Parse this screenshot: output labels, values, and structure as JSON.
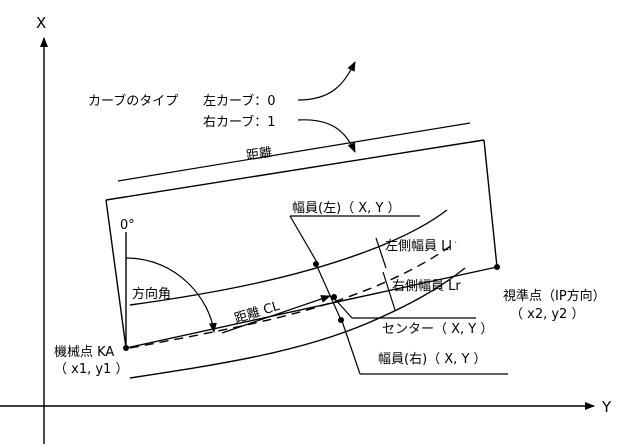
{
  "axes": {
    "x_label": "X",
    "y_label": "Y"
  },
  "legend": {
    "curve_type_label": "カーブのタイプ",
    "left_curve": "左カーブ：0",
    "right_curve": "右カーブ：1"
  },
  "labels": {
    "distance_top": "距離",
    "zero_degree": "0°",
    "direction_angle": "方向角",
    "distance_cl": "距離 CL",
    "width_left": "幅員(左)（ X, Y ）",
    "left_side_width": "左側幅員 Ll",
    "right_side_width": "右側幅員 Lr",
    "sight_point": "視準点（IP方向）",
    "sight_point_coords": "（ x2, y2 ）",
    "center": "センター（ X, Y ）",
    "width_right": "幅員(右)（ X, Y ）",
    "machine_point": "機械点 KA",
    "machine_point_coords": "（ x1, y1 ）"
  }
}
